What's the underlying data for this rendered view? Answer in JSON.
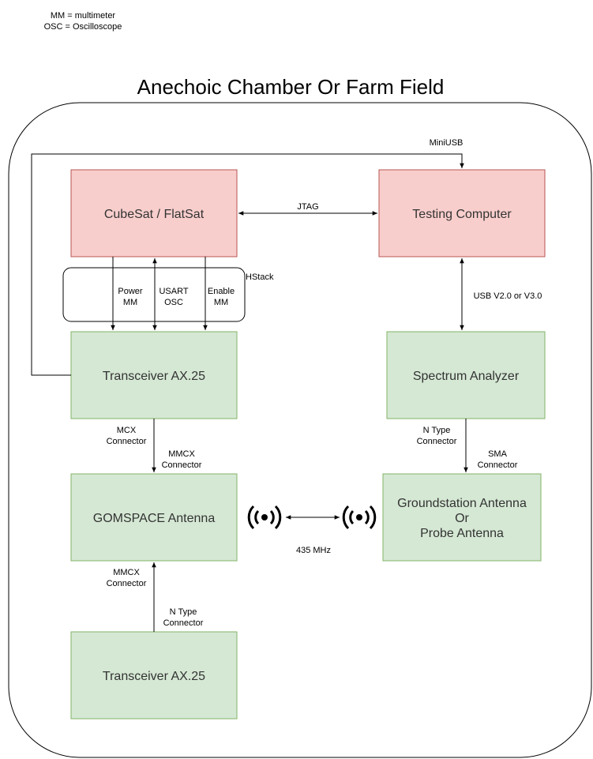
{
  "legend": {
    "line1": "MM = multimeter",
    "line2": "OSC = Oscilloscope"
  },
  "title": "Anechoic Chamber Or Farm Field",
  "colors": {
    "red_fill": "#f8cecc",
    "red_stroke": "#b85450",
    "green_fill": "#d5e8d4",
    "green_stroke": "#82b366"
  },
  "boxes": {
    "cubesat": "CubeSat / FlatSat",
    "testing_computer": "Testing Computer",
    "transceiver_top": "Transceiver AX.25",
    "spectrum_analyzer": "Spectrum Analyzer",
    "gomspace_antenna": "GOMSPACE Antenna",
    "groundstation_line1": "Groundstation Antenna",
    "groundstation_line2": "Or",
    "groundstation_line3": "Probe Antenna",
    "transceiver_bottom": "Transceiver AX.25"
  },
  "labels": {
    "miniusb": "MiniUSB",
    "jtag": "JTAG",
    "hstack": "HStack",
    "power": "Power",
    "power_mm": "MM",
    "usart": "USART",
    "usart_osc": "OSC",
    "enable": "Enable",
    "enable_mm": "MM",
    "usb": "USB V2.0 or V3.0",
    "mcx_1": "MCX",
    "mcx_2": "Connector",
    "mmcx_top_1": "MMCX",
    "mmcx_top_2": "Connector",
    "ntype_right_1": "N Type",
    "ntype_right_2": "Connector",
    "sma_1": "SMA",
    "sma_2": "Connector",
    "freq": "435 MHz",
    "mmcx_bottom_1": "MMCX",
    "mmcx_bottom_2": "Connector",
    "ntype_bottom_1": "N Type",
    "ntype_bottom_2": "Connector"
  },
  "icons": [
    "antenna-signal-icon",
    "antenna-signal-icon"
  ]
}
